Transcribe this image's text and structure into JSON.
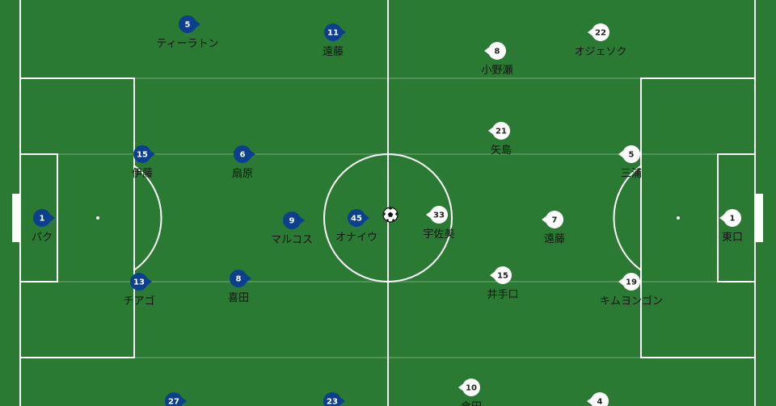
{
  "colors": {
    "grass": "#2a7a34",
    "lines": "#ffffff",
    "home_marker": "#0d3f8f",
    "home_number": "#ffffff",
    "away_marker": "#ffffff",
    "away_number": "#222222",
    "label": "#141414"
  },
  "ball": {
    "icon": "soccer-ball-icon"
  },
  "home": {
    "players": [
      {
        "number": "1",
        "name": "パク"
      },
      {
        "number": "15",
        "name": "伊藤"
      },
      {
        "number": "13",
        "name": "チアゴ"
      },
      {
        "number": "6",
        "name": "扇原"
      },
      {
        "number": "8",
        "name": "喜田"
      },
      {
        "number": "9",
        "name": "マルコス"
      },
      {
        "number": "45",
        "name": "オナイウ"
      },
      {
        "number": "5",
        "name": "ティーラトン"
      },
      {
        "number": "11",
        "name": "遠藤"
      },
      {
        "number": "27",
        "name": ""
      },
      {
        "number": "23",
        "name": ""
      }
    ]
  },
  "away": {
    "players": [
      {
        "number": "1",
        "name": "東口"
      },
      {
        "number": "5",
        "name": "三浦"
      },
      {
        "number": "19",
        "name": "キムヨンゴン"
      },
      {
        "number": "22",
        "name": "オジェソク"
      },
      {
        "number": "4",
        "name": ""
      },
      {
        "number": "7",
        "name": "遠藤"
      },
      {
        "number": "15",
        "name": "井手口"
      },
      {
        "number": "21",
        "name": "矢島"
      },
      {
        "number": "8",
        "name": "小野瀬"
      },
      {
        "number": "33",
        "name": "宇佐美"
      },
      {
        "number": "10",
        "name": "倉田"
      }
    ]
  }
}
